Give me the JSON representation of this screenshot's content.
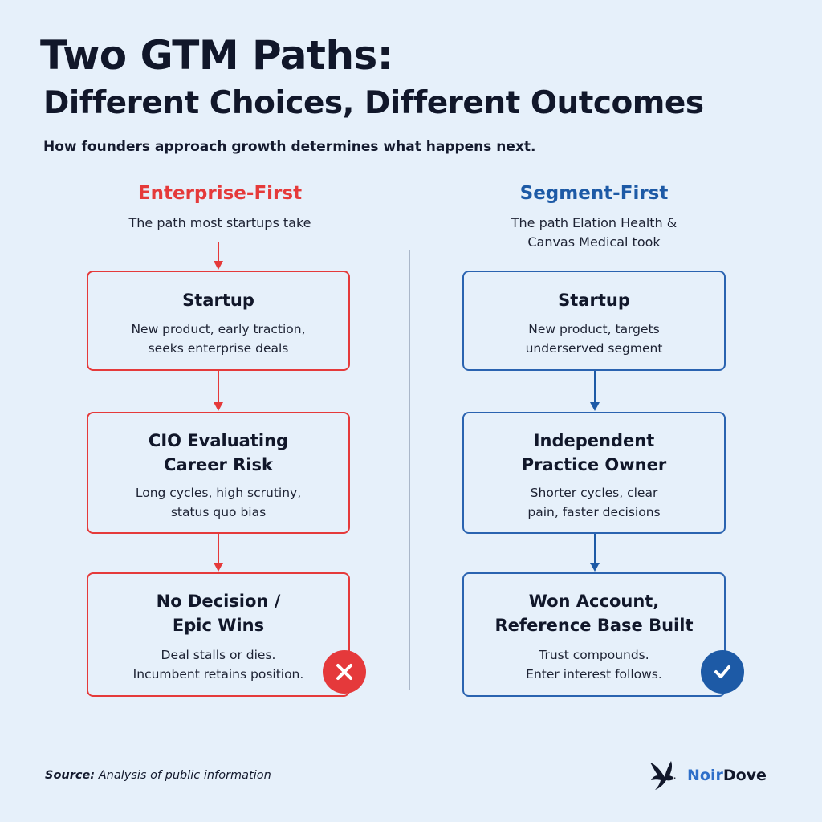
{
  "header": {
    "title_line1": "Two GTM Paths:",
    "title_line2": "Different Choices, Different Outcomes",
    "subtitle": "How founders approach growth determines what happens next."
  },
  "left": {
    "heading": "Enterprise-First",
    "subheading": "The path most startups take",
    "color": "#e53a3a",
    "boxes": [
      {
        "title": "Startup",
        "desc1": "New product, early traction,",
        "desc2": "seeks enterprise deals"
      },
      {
        "title1": "CIO Evaluating",
        "title2": "Career Risk",
        "desc1": "Long cycles, high scrutiny,",
        "desc2": "status quo bias"
      },
      {
        "title1": "No Decision /",
        "title2": "Epic Wins",
        "desc1": "Deal stalls or dies.",
        "desc2": "Incumbent retains position."
      }
    ],
    "outcome_icon": "x-icon"
  },
  "right": {
    "heading": "Segment-First",
    "subheading_line1": "The path Elation Health &",
    "subheading_line2": "Canvas Medical took",
    "color": "#2a63b0",
    "boxes": [
      {
        "title": "Startup",
        "desc1": "New product, targets",
        "desc2": "underserved segment"
      },
      {
        "title1": "Independent",
        "title2": "Practice Owner",
        "desc1": "Shorter cycles, clear",
        "desc2": "pain, faster decisions"
      },
      {
        "title1": "Won Account,",
        "title2": "Reference Base Built",
        "desc1": "Trust compounds.",
        "desc2": "Enter interest follows."
      }
    ],
    "outcome_icon": "check-icon"
  },
  "footer": {
    "source_label": "Source:",
    "source_text": "Analysis of public information",
    "logo_noir": "Noir",
    "logo_dove": "Dove",
    "logo_icon": "dove-icon"
  }
}
